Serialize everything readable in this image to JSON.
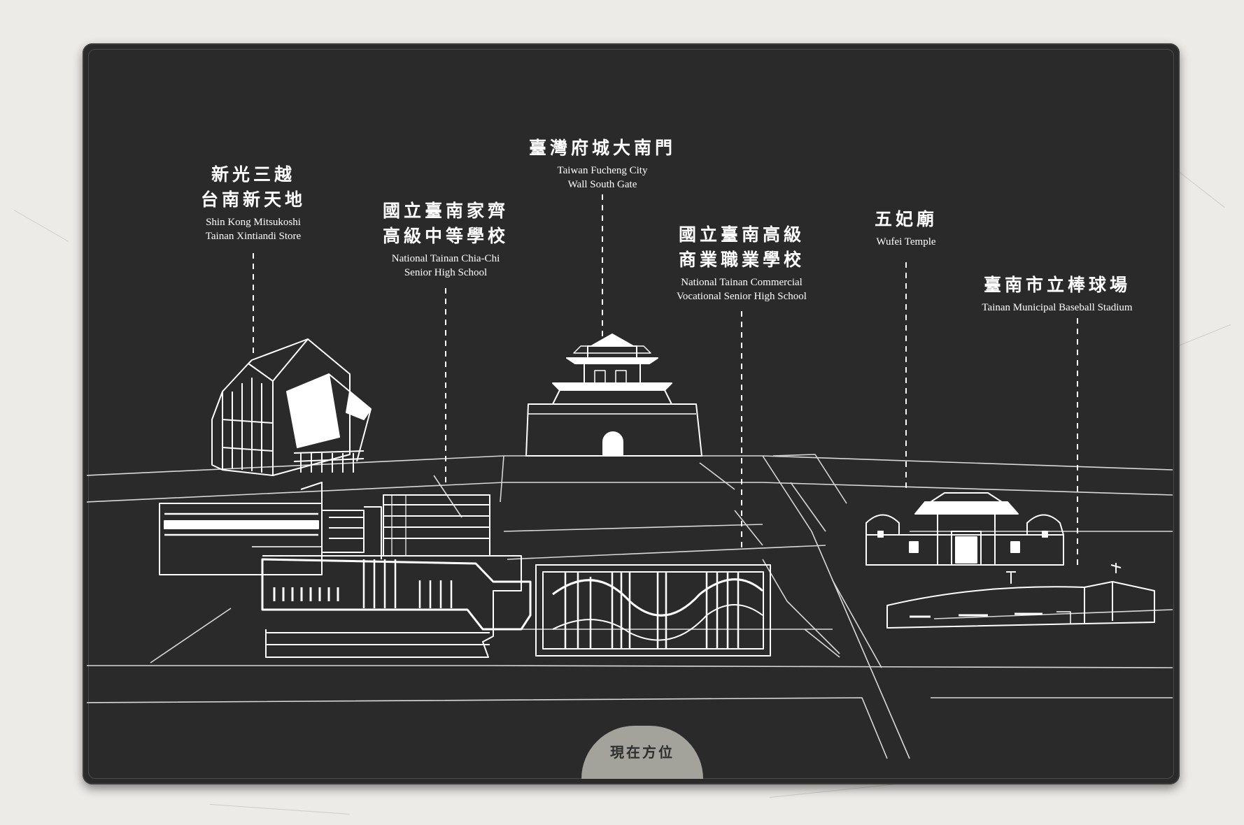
{
  "sign": {
    "landmarks": [
      {
        "id": "shinkong",
        "zh1": "新光三越",
        "zh2": "台南新天地",
        "en1": "Shin Kong Mitsukoshi",
        "en2": "Tainan Xintiandi Store"
      },
      {
        "id": "chiachi",
        "zh1": "國立臺南家齊",
        "zh2": "高級中等學校",
        "en1": "National Tainan Chia-Chi",
        "en2": "Senior High School"
      },
      {
        "id": "southgate",
        "zh1": "臺灣府城大南門",
        "en1": "Taiwan Fucheng City",
        "en2": "Wall South Gate"
      },
      {
        "id": "commercial",
        "zh1": "國立臺南高級",
        "zh2": "商業職業學校",
        "en1": "National Tainan Commercial",
        "en2": "Vocational Senior High School"
      },
      {
        "id": "wufei",
        "zh1": "五妃廟",
        "en1": "Wufei Temple"
      },
      {
        "id": "stadium",
        "zh1": "臺南市立棒球場",
        "en1": "Tainan Municipal Baseball Stadium"
      }
    ],
    "current_location": "現在方位"
  },
  "colors": {
    "board": "#2a2a2a",
    "line": "#ffffff",
    "badge": "#a3a39c",
    "wall": "#ecebe8"
  }
}
